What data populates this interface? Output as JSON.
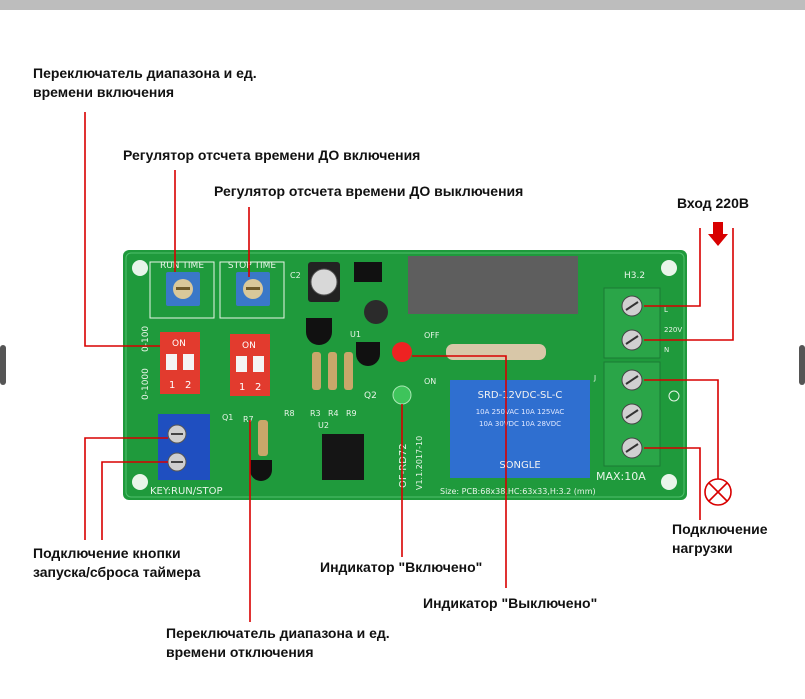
{
  "labels": {
    "range_on": [
      "Переключатель диапазона и ед.",
      "времени включения"
    ],
    "run_regulator": "Регулятор отсчета времени ДО включения",
    "stop_regulator": "Регулятор отсчета времени ДО выключения",
    "input": "Вход 220В",
    "load": [
      "Подключение",
      "нагрузки"
    ],
    "button": [
      "Подключение кнопки",
      "запуска/сброса таймера"
    ],
    "led_on": "Индикатор \"Включено\"",
    "led_off": "Индикатор \"Выключено\"",
    "range_off": [
      "Переключатель диапазона и ед.",
      "времени отключения"
    ]
  },
  "pcb": {
    "run_time": "RUN TIME",
    "stop_time": "STOP TIME",
    "on": "ON",
    "sw_1": "1",
    "sw_2": "2",
    "range_a": "0-100",
    "range_b": "0-1000",
    "key": "KEY:RUN/STOP",
    "relay_model": "SRD-12VDC-SL-C",
    "relay_spec1": "10A 250VAC 10A 125VAC",
    "relay_spec2": "10A 30VDC 10A 28VDC",
    "relay_brand": "SONGLE",
    "max": "MAX:10A",
    "board_id": "OF-RD72",
    "version": "V1.1.2017-10",
    "size": "Size: PCB:68x38,HC:63x33,H:3.2 (mm)",
    "off": "OFF",
    "on_led": "ON",
    "h32": "H3.2",
    "v220": "220V",
    "q1": "Q1",
    "q2": "Q2",
    "r7": "R7",
    "r8": "R8",
    "r3": "R3",
    "r4": "R4",
    "r9": "R9",
    "u1": "U1",
    "u2": "U2",
    "c2": "C2",
    "pin_l": "L",
    "pin_n": "N",
    "pin_j": "J"
  },
  "colors": {
    "pcb": "#1f9a3c",
    "leader": "#d80000",
    "relay": "#2f6fd0",
    "terminal": "#2aa548",
    "dip": "#e23b2e",
    "pot": "#3a78c8"
  }
}
